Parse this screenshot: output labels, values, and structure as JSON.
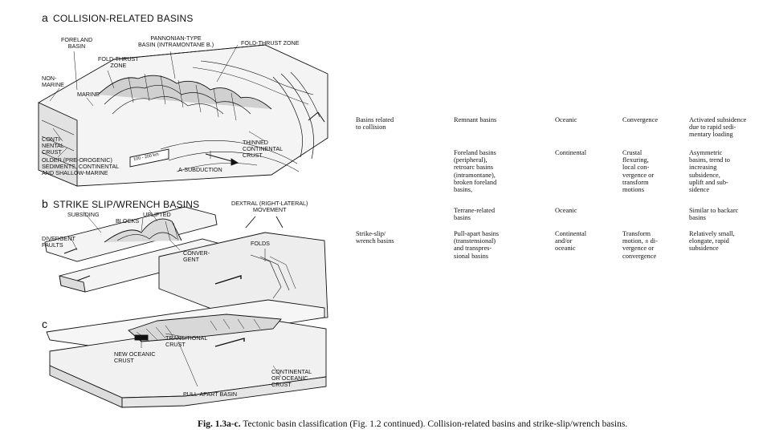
{
  "panels": {
    "a": {
      "letter": "a",
      "title": "COLLISION-RELATED BASINS",
      "labels": {
        "foreland": "FORELAND\nBASIN",
        "pannonian": "PANNONIAN-TYPE\nBASIN (INTRAMONTANE B.)",
        "fold_thrust_right": "FOLD-THRUST ZONE",
        "fold_thrust_left": "FOLD-THRUST\nZONE",
        "marine": "MARINE",
        "non_marine": "NON-\nMARINE",
        "continental_crust": "CONTI-\nNENTAL\nCRUST",
        "older": "OLDER (PRE-OROGENIC)\nSEDIMENTS, CONTINENTAL\nAND SHALLOW-MARINE",
        "scale": "100 - 200 km",
        "thinned": "THINNED\nCONTINENTAL\nCRUST",
        "a_subduction": "A-SUBDUCTION"
      }
    },
    "b": {
      "letter": "b",
      "title": "STRIKE SLIP/WRENCH BASINS",
      "labels": {
        "dextral": "DEXTRAL (RIGHT-LATERAL)\nMOVEMENT",
        "subsiding": "SUBSIDING",
        "blocks": "BLOCKS",
        "uplifted": "UPLIFTED",
        "divergent": "DIVERGENT\nFAULTS",
        "convergent": "CONVER-\nGENT",
        "folds": "FOLDS"
      }
    },
    "c": {
      "letter": "c",
      "labels": {
        "transitional": "TRANSITIONAL\nCRUST",
        "new_oceanic": "NEW OCEANIC\nCRUST",
        "continental_oceanic": "CONTINENTAL\nOR OCEANIC\nCRUST",
        "pull_apart": "PULL-APART BASIN"
      }
    }
  },
  "table": {
    "rows": [
      [
        "Basins related\nto collision",
        "Remnant basins",
        "Oceanic",
        "Convergence",
        "Activated subsidence\ndue to rapid sedi-\nmentary loading"
      ],
      [
        "",
        "Foreland basins\n(peripheral),\nretroarc basins\n(intramontane),\nbroken foreland\nbasins,",
        "Continental",
        "Crustal\nflexuring,\nlocal con-\nvergence or\ntransform\nmotions",
        "Asymmetric\nbasins, trend to\nincreasing\nsubsidence,\nuplift and sub-\nsidence"
      ],
      [
        "",
        "Terrane-related\nbasins",
        "Oceanic",
        "",
        "Similar to backarc\nbasins"
      ],
      [
        "Strike-slip/\nwrench basins",
        "Pull-apart basins\n(transtensional)\nand transpres-\nsional basins",
        "Continental\nand/or\noceanic",
        "Transform\nmotion, ± di-\nvergence or\nconvergence",
        "Relatively small,\nelongate, rapid\nsubsidence"
      ]
    ]
  },
  "caption": {
    "label": "Fig. 1.3a-c.",
    "text": "Tectonic basin classification (Fig. 1.2 continued). Collision-related basins and strike-slip/wrench basins."
  }
}
